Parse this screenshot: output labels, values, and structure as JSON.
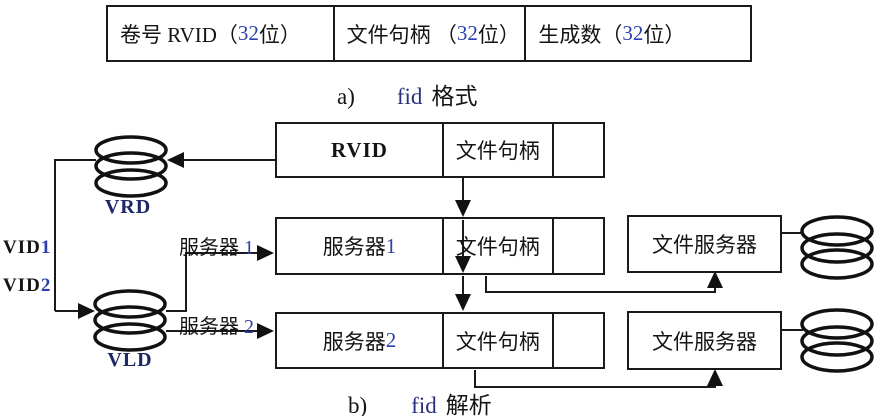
{
  "colors": {
    "line_black": "#1a1a1a",
    "number_accent_blue": "#2b3fae"
  },
  "fid_format": {
    "cells": [
      {
        "pre": "卷号 RVID（",
        "num": "32",
        "post": " 位）"
      },
      {
        "pre": "文件句柄 （",
        "num": "32",
        "post": " 位）"
      },
      {
        "pre": "生成数（",
        "num": "32",
        "post": " 位）"
      }
    ],
    "caption": {
      "letter": "a)",
      "fid": "fid",
      "rest": "格式"
    }
  },
  "fid_resolution": {
    "rvid_box": {
      "cell1": "RVID",
      "cell2": "文件句柄"
    },
    "server1_box": {
      "cell1_pre": "服务器 ",
      "cell1_num": "1",
      "cell2": "文件句柄"
    },
    "server2_box": {
      "cell1_pre": "服务器 ",
      "cell1_num": "2",
      "cell2": "文件句柄"
    },
    "file_server1": "文件服务器",
    "file_server2": "文件服务器",
    "vrd_label": "VRD",
    "vld_label": "VLD",
    "vid1_pre": "VID",
    "vid1_num": "1",
    "vid2_pre": "VID",
    "vid2_num": "2",
    "edge_server1_pre": "服务器 ",
    "edge_server1_num": "1",
    "edge_server2_pre": "服务器 ",
    "edge_server2_num": "2",
    "caption": {
      "letter": "b)",
      "fid": "fid",
      "rest": "解析"
    }
  }
}
